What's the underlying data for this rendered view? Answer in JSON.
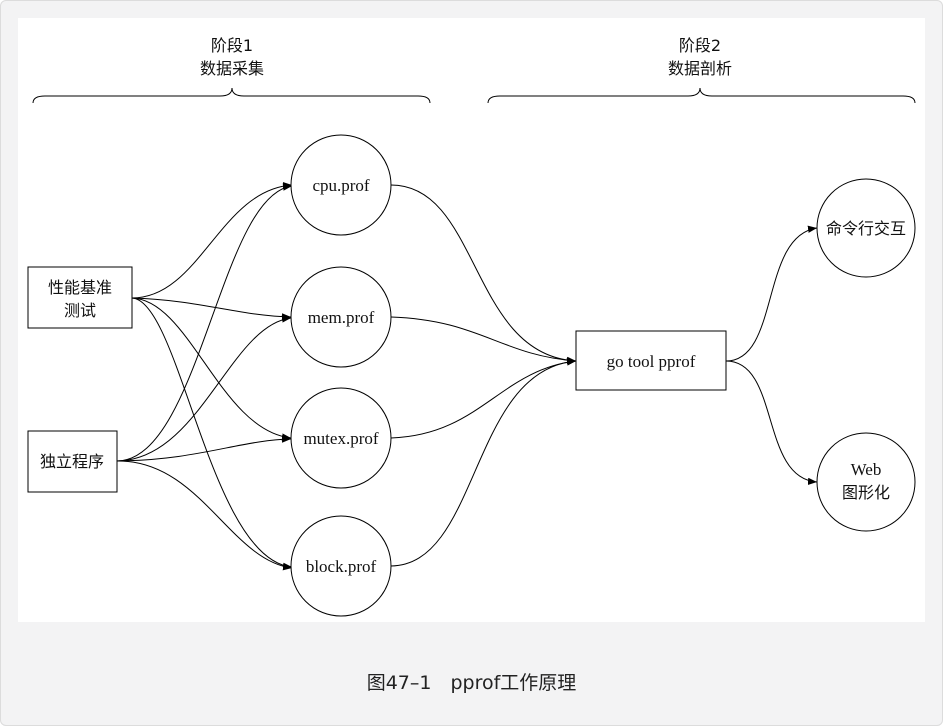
{
  "stages": [
    {
      "line1": "阶段1",
      "line2": "数据采集"
    },
    {
      "line1": "阶段2",
      "line2": "数据剖析"
    }
  ],
  "sources": [
    {
      "line1": "性能基准",
      "line2": "测试"
    },
    {
      "line1": "独立程序",
      "line2": ""
    }
  ],
  "profiles": [
    "cpu.prof",
    "mem.prof",
    "mutex.prof",
    "block.prof"
  ],
  "tool": "go tool pprof",
  "outputs": [
    {
      "line1": "命令行交互",
      "line2": ""
    },
    {
      "line1": "Web",
      "line2": "图形化"
    }
  ],
  "caption": "图47–1　pprof工作原理"
}
